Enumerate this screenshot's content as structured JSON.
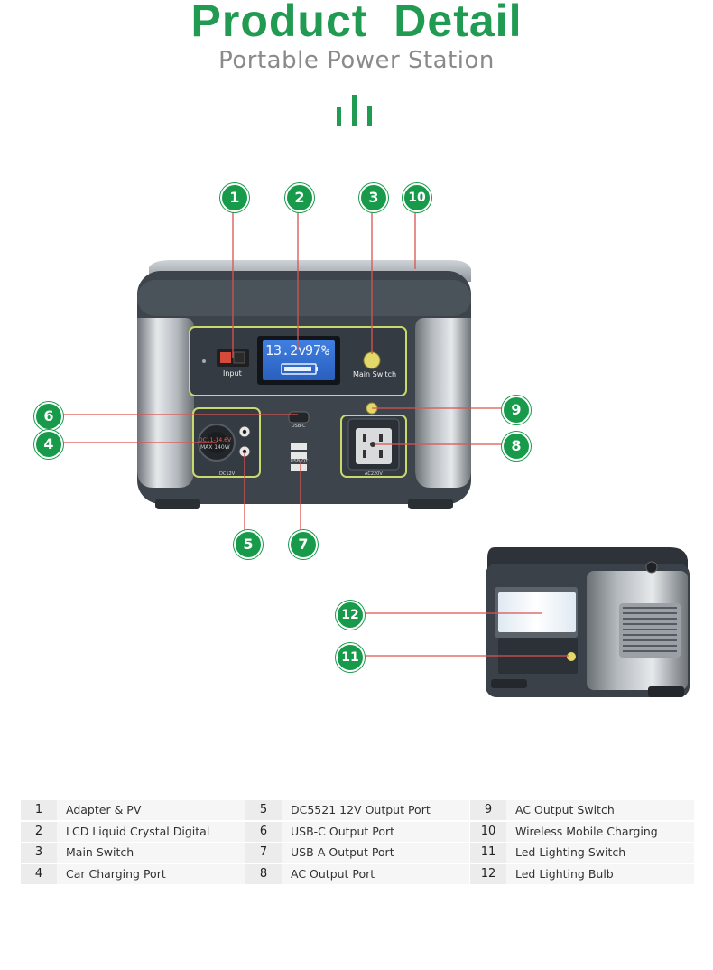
{
  "header": {
    "title": "Product  Detail",
    "subtitle": "Portable Power Station"
  },
  "front_panel": {
    "input_label": "Input",
    "lcd_voltage": "13.2v",
    "lcd_percent": "97%",
    "main_switch_label": "Main Switch",
    "usb_c_label": "USB-C",
    "usb_a_label": "USB-QT",
    "dc_label": "DC12V",
    "ac_label": "AC220V",
    "car_port_text_1": "DC11-14.6V",
    "car_port_text_2": "MAX 140W"
  },
  "callouts": [
    "1",
    "2",
    "3",
    "10",
    "6",
    "9",
    "4",
    "8",
    "5",
    "7",
    "12",
    "11"
  ],
  "legend": [
    [
      {
        "num": "1",
        "text": "Adapter & PV"
      },
      {
        "num": "5",
        "text": "DC5521  12V Output Port"
      },
      {
        "num": "9",
        "text": "AC Output Switch"
      }
    ],
    [
      {
        "num": "2",
        "text": "LCD Liquid Crystal Digital Display"
      },
      {
        "num": "6",
        "text": "USB-C  Output Port"
      },
      {
        "num": "10",
        "text": "Wireless Mobile Charging"
      }
    ],
    [
      {
        "num": "3",
        "text": "Main Switch"
      },
      {
        "num": "7",
        "text": "USB-A  Output Port"
      },
      {
        "num": "11",
        "text": "Led Lighting Switch"
      }
    ],
    [
      {
        "num": "4",
        "text": "Car Charging Port"
      },
      {
        "num": "8",
        "text": "AC Output Port"
      },
      {
        "num": "12",
        "text": "Led Lighting Bulb"
      }
    ]
  ],
  "colors": {
    "accent": "#219a52",
    "callout": "#179a4a",
    "leader": "#d9534f"
  }
}
